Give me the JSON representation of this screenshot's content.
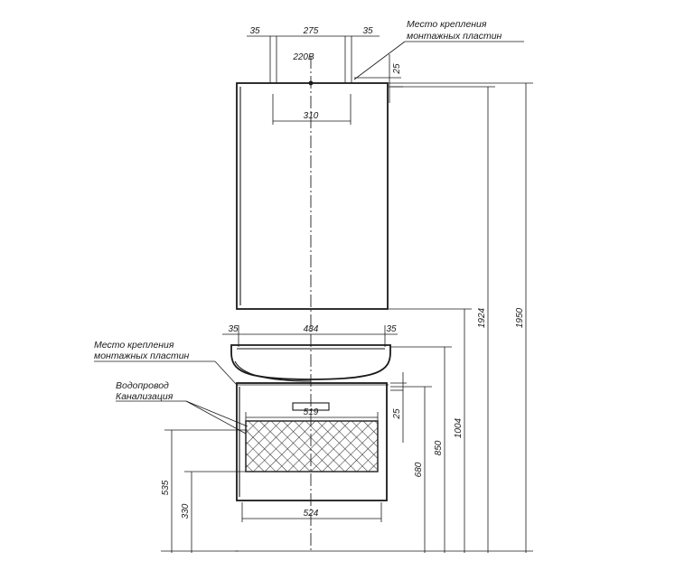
{
  "labels": {
    "mount_top_line1": "Место крепления",
    "mount_top_line2": "монтажных пластин",
    "mount_bottom_line1": "Место крепления",
    "mount_bottom_line2": "монтажных пластин",
    "water_line1": "Водопровод",
    "water_line2": "Канализация",
    "socket": "220В"
  },
  "dimensions": {
    "top_left_gap": "35",
    "top_span": "275",
    "top_right_gap": "35",
    "top_inner_width": "310",
    "top_vertical_offset": "25",
    "cabinet_left_gap": "35",
    "cabinet_width": "484",
    "cabinet_right_gap": "35",
    "drawer_width": "519",
    "drawer_vertical_offset": "25",
    "base_width": "524",
    "height_330": "330",
    "height_535": "535",
    "height_680": "680",
    "height_850": "850",
    "height_1004": "1004",
    "height_1924": "1924",
    "height_1950": "1950"
  }
}
